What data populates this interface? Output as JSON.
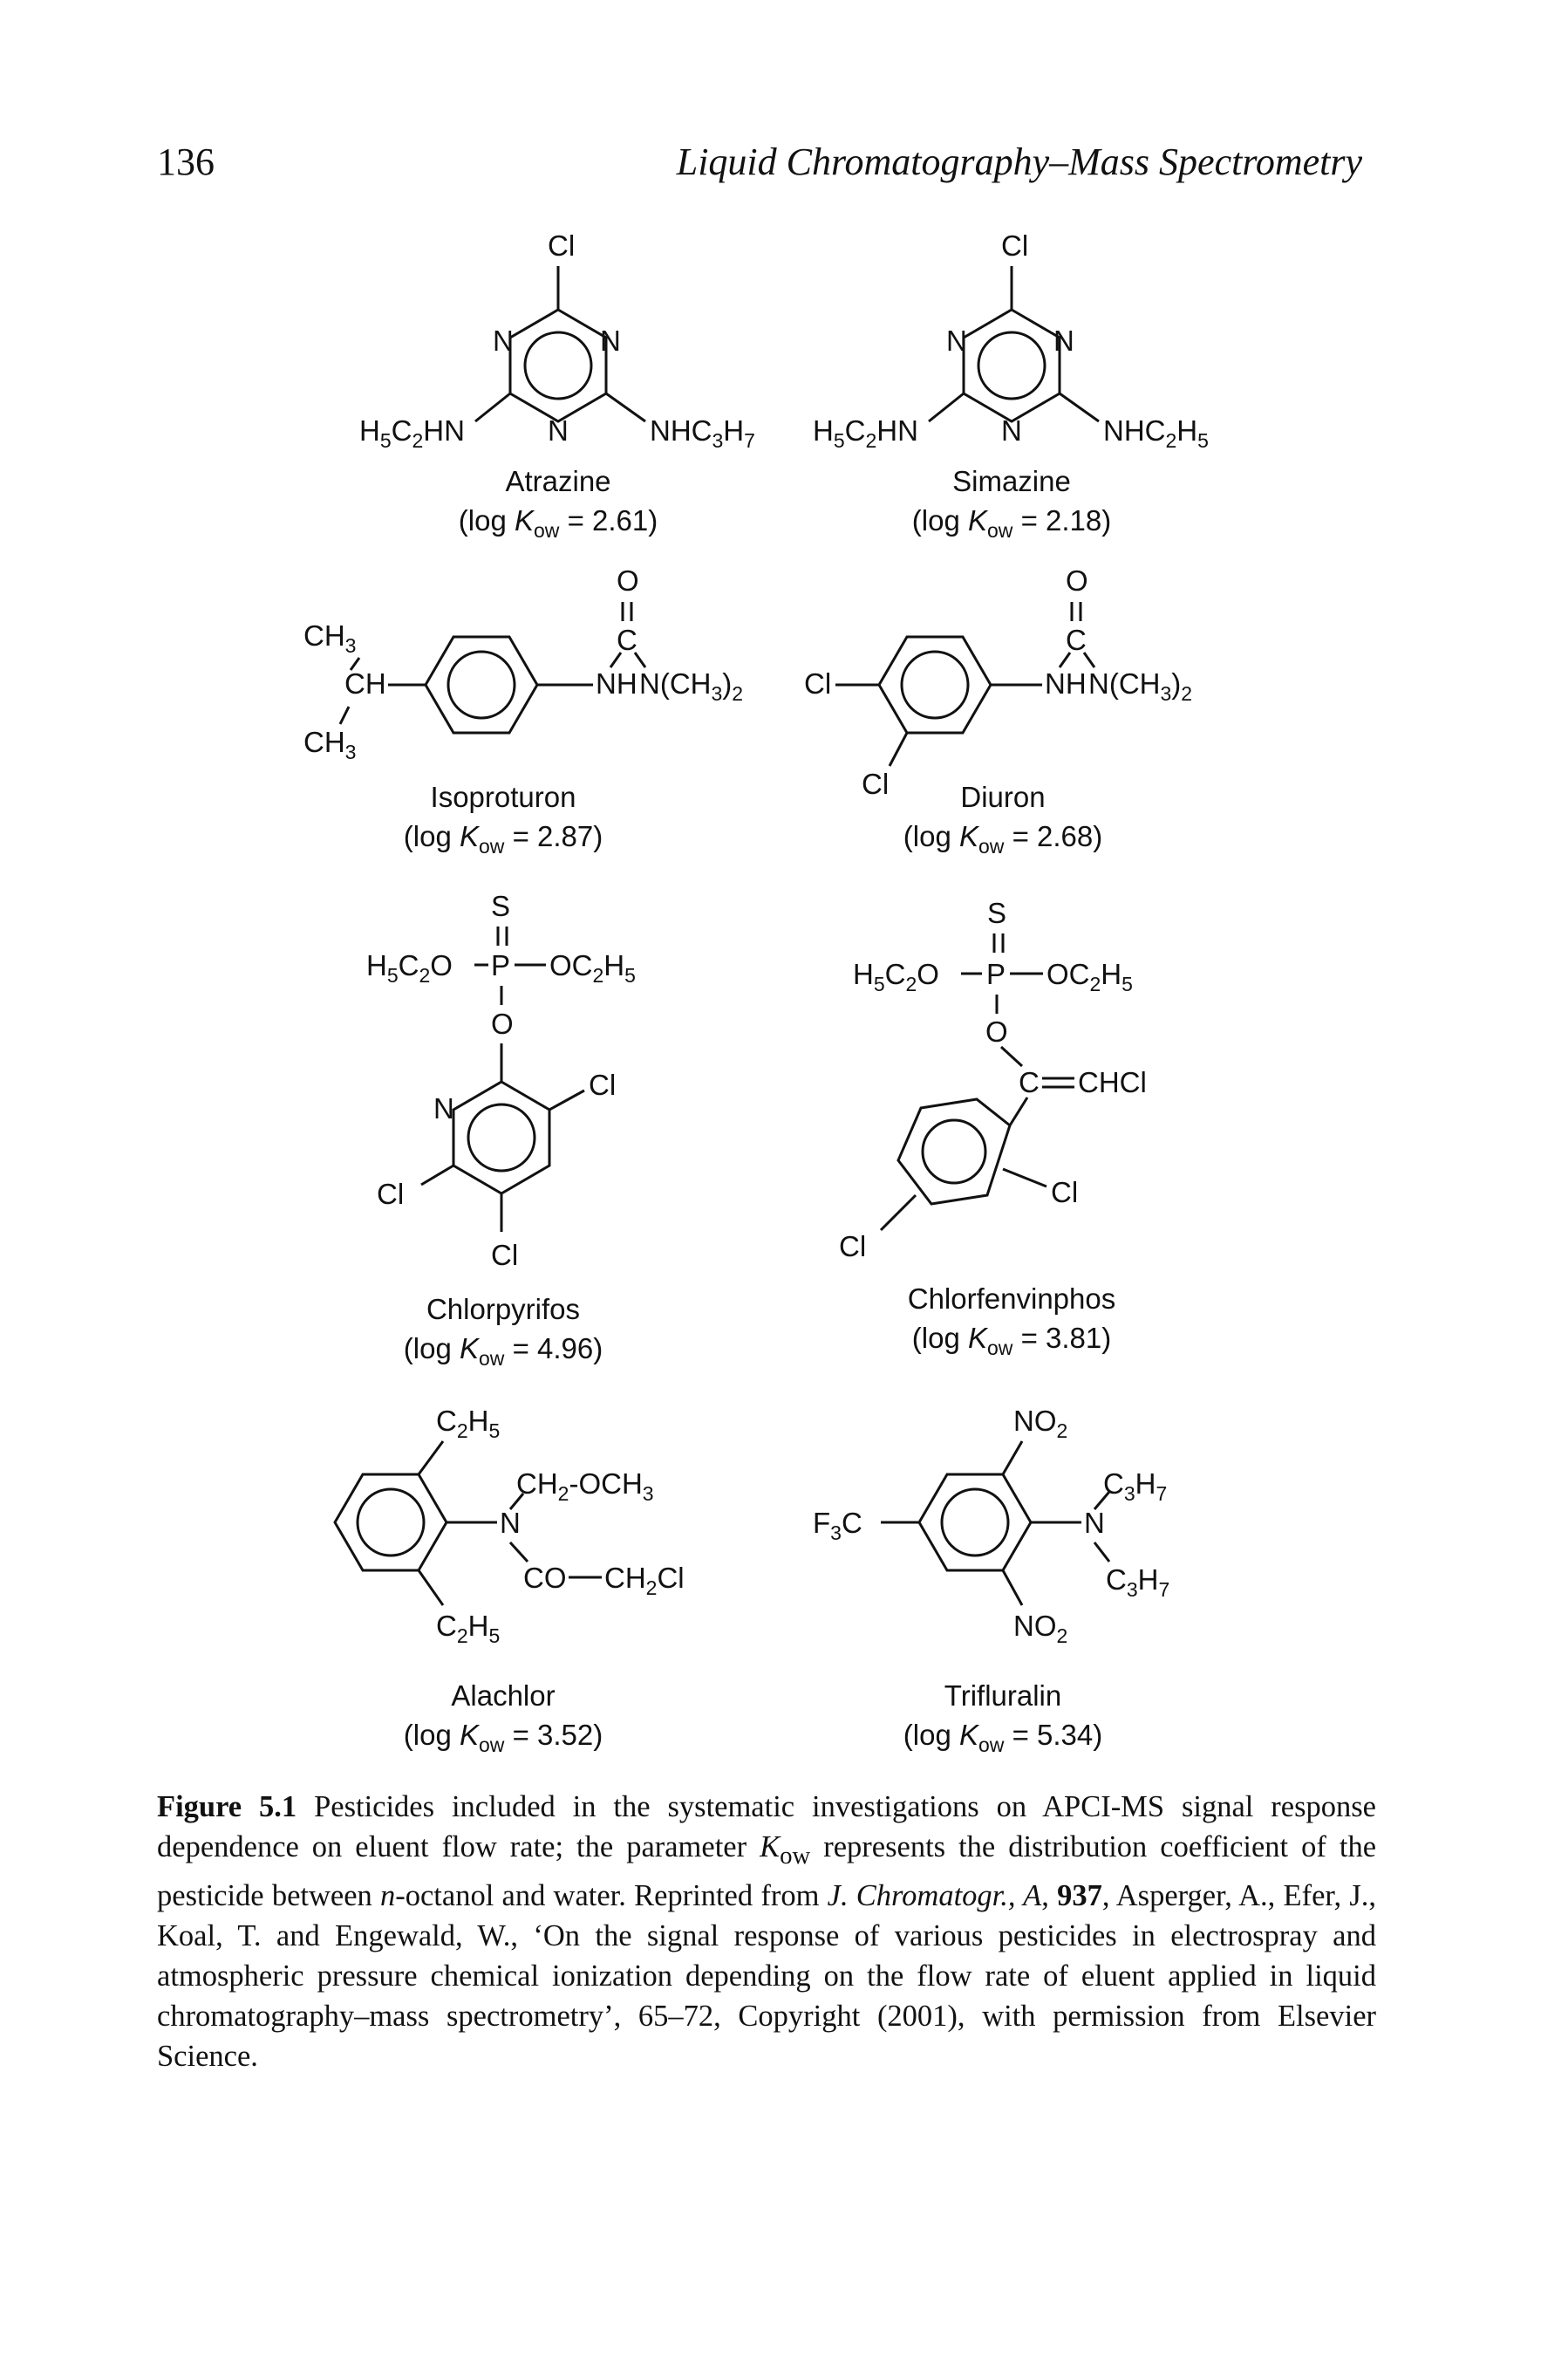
{
  "header": {
    "page_number": "136",
    "running_title": "Liquid Chromatography–Mass Spectrometry"
  },
  "compounds": [
    {
      "name": "Atrazine",
      "log_kow": "(log Kow = 2.61)",
      "kow_value": "= 2.61)"
    },
    {
      "name": "Simazine",
      "log_kow": "(log Kow = 2.18)",
      "kow_value": "= 2.18)"
    },
    {
      "name": "Isoproturon",
      "log_kow": "(log Kow = 2.87)",
      "kow_value": "= 2.87)"
    },
    {
      "name": "Diuron",
      "log_kow": "(log Kow = 2.68)",
      "kow_value": "= 2.68)"
    },
    {
      "name": "Chlorpyrifos",
      "log_kow": "(log Kow = 4.96)",
      "kow_value": "= 4.96)"
    },
    {
      "name": "Chlorfenvinphos",
      "log_kow": "(log Kow = 3.81)",
      "kow_value": "= 3.81)"
    },
    {
      "name": "Alachlor",
      "log_kow": "(log Kow = 3.52)",
      "kow_value": "= 3.52)"
    },
    {
      "name": "Trifluralin",
      "log_kow": "(log Kow = 5.34)",
      "kow_value": "= 5.34)"
    }
  ],
  "caption": {
    "figure_label": "Figure 5.1",
    "seg1": "Pesticides included in the systematic investigations on APCI-MS signal response dependence on eluent flow rate; the parameter ",
    "kow_symbol": "K",
    "kow_sub": "ow",
    "seg2": " represents the distribution coefficient of the pesticide between ",
    "n_italic": "n",
    "seg3": "-octanol and water. Reprinted from ",
    "journal": "J. Chromatogr., A",
    "seg4": ", ",
    "volume": "937",
    "seg5": ", Asperger, A., Efer, J., Koal, T. and Engewald, W., ‘On the signal response of various pesticides in electrospray and atmospheric pressure chemical ionization depending on the flow rate of eluent applied in liquid chromatography–mass spectrometry’, 65–72, Copyright (2001), with permission from Elsevier Science."
  }
}
